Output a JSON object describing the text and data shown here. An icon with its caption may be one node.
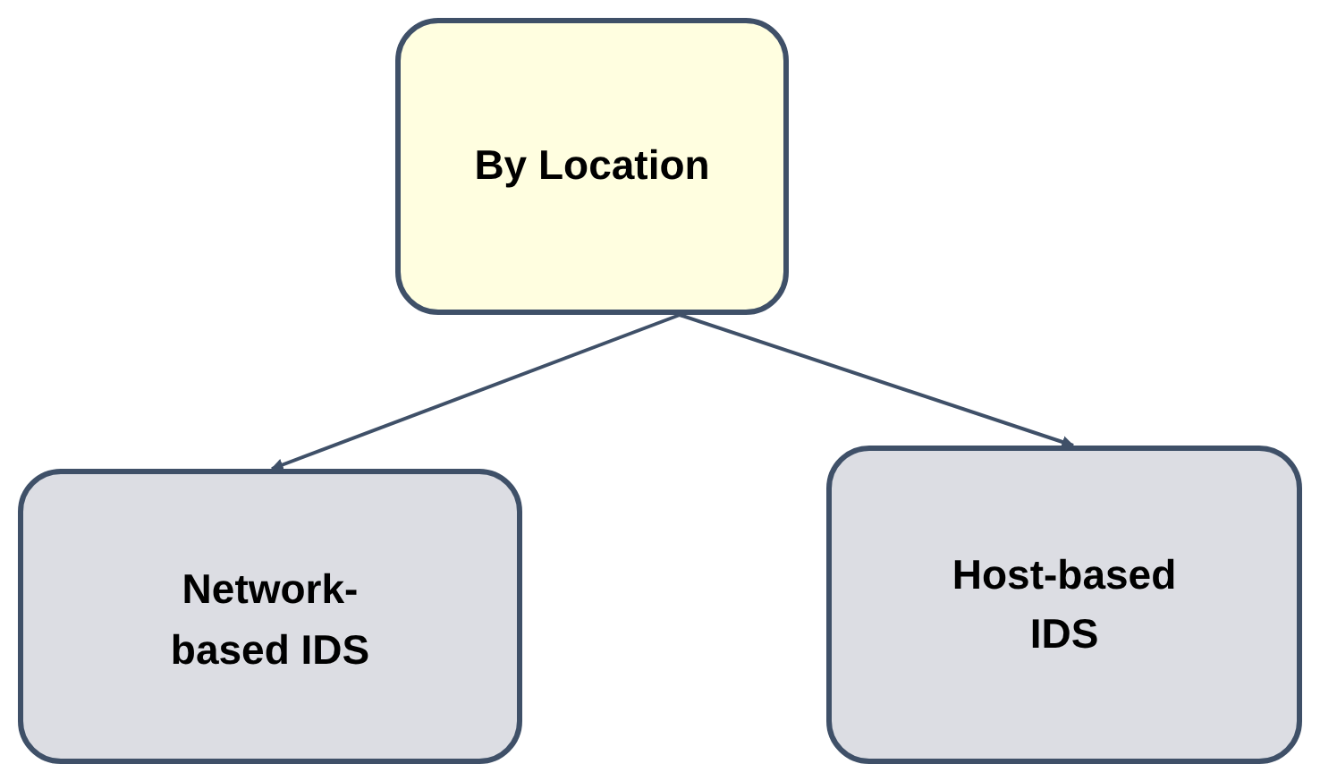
{
  "diagram": {
    "nodes": [
      {
        "text": [
          "By Location"
        ]
      },
      {
        "text": [
          "Network- based IDS"
        ]
      },
      {
        "text": [
          "Host-based IDS"
        ]
      }
    ],
    "edges": [
      {
        "from": 0,
        "to": 1,
        "arrow": "to"
      },
      {
        "from": 0,
        "to": 2,
        "arrow": "to"
      }
    ]
  }
}
